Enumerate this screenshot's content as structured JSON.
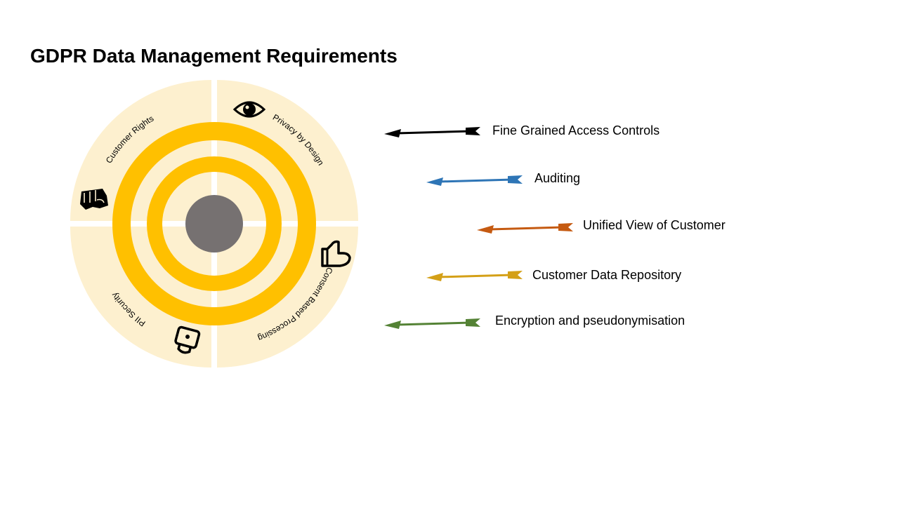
{
  "title": "GDPR Data Management Requirements",
  "colors": {
    "quadrant_fill": "#fdf0cf",
    "ring": "#ffc000",
    "center": "#767171",
    "icon": "#000000"
  },
  "quadrants": [
    {
      "label": "Customer Rights",
      "icon": "fist-icon"
    },
    {
      "label": "Privacy by Design",
      "icon": "eye-icon"
    },
    {
      "label": "Consent Based Processing",
      "icon": "thumbs-up-icon"
    },
    {
      "label": "PII Security",
      "icon": "lock-icon"
    }
  ],
  "arrows": [
    {
      "label": "Fine Grained Access Controls",
      "color": "#000000"
    },
    {
      "label": "Auditing",
      "color": "#2e75b6"
    },
    {
      "label": "Unified View of Customer",
      "color": "#c55a11"
    },
    {
      "label": "Customer Data Repository",
      "color": "#d4a017"
    },
    {
      "label": "Encryption and pseudonymisation",
      "color": "#548235"
    }
  ]
}
